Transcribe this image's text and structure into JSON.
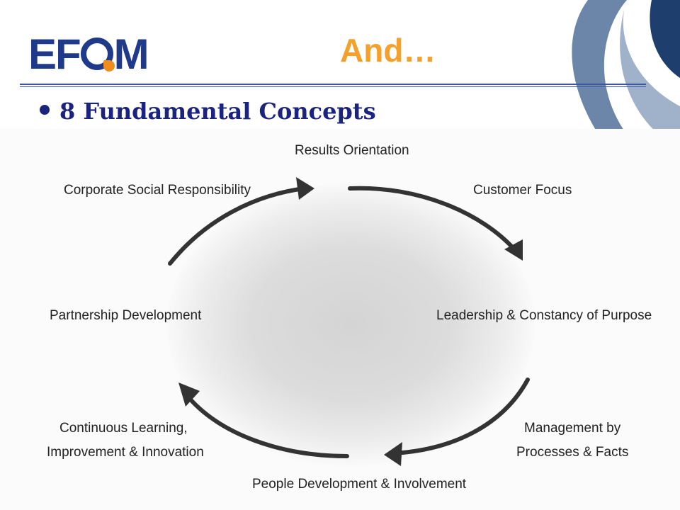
{
  "header": {
    "logo_text_left": "EF",
    "logo_text_right": "M",
    "title": "And…"
  },
  "bullet": {
    "text": "8 Fundamental Concepts"
  },
  "concepts": [
    {
      "label": "Results Orientation"
    },
    {
      "label": "Customer Focus"
    },
    {
      "label": "Leadership & Constancy of Purpose"
    },
    {
      "label": "Management by"
    },
    {
      "label": "Processes & Facts"
    },
    {
      "label": "People Development & Involvement"
    },
    {
      "label": "Continuous Learning,"
    },
    {
      "label": "Improvement & Innovation"
    },
    {
      "label": "Partnership Development"
    },
    {
      "label": "Corporate Social Responsibility"
    }
  ],
  "colors": {
    "brand_blue": "#1f3a8a",
    "brand_orange": "#f28c1b",
    "title_orange": "#f5a02a",
    "arrow": "#333333"
  }
}
